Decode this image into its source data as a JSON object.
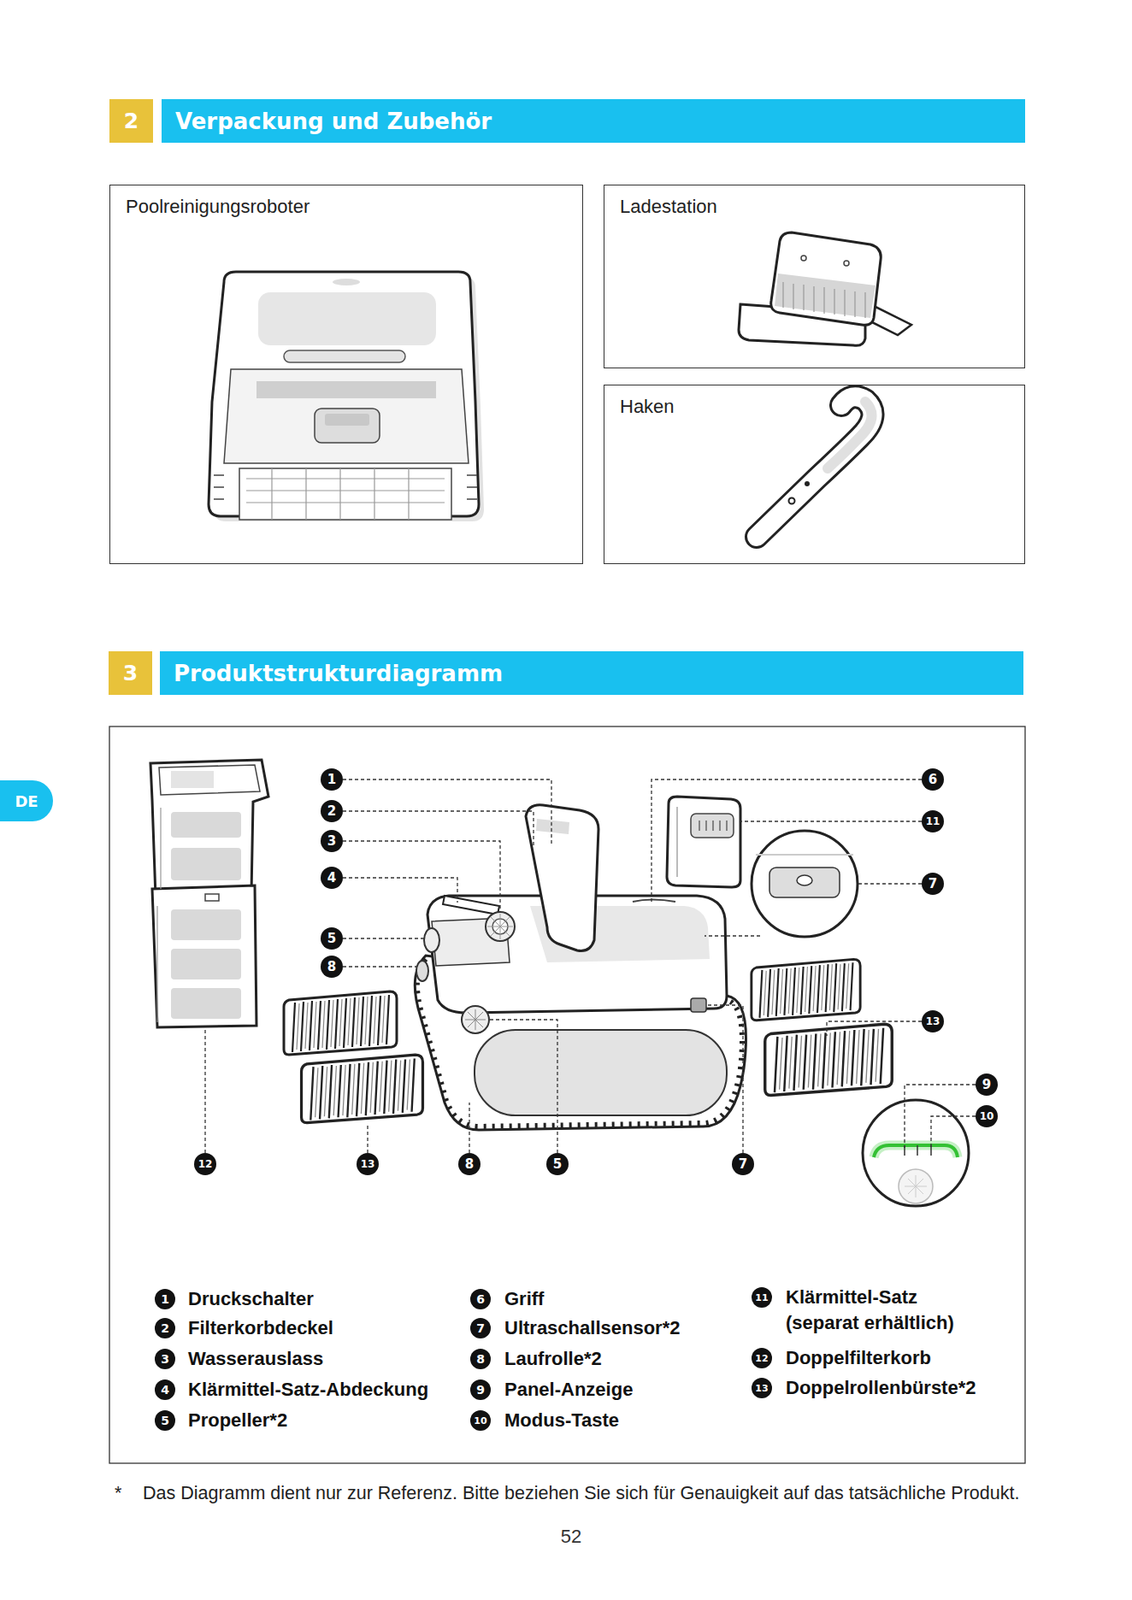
{
  "diagram": {
    "nodes": [
      {
        "text": [
          "2"
        ]
      },
      {
        "text": [
          "Verpackung und Zubehör"
        ]
      },
      {
        "text": [
          "Poolreinigungsroboter"
        ]
      },
      {
        "text": [
          "Ladestation"
        ]
      },
      {
        "text": [
          "Haken"
        ]
      },
      {
        "text": [
          "3"
        ]
      },
      {
        "text": [
          "Produktstrukturdiagramm"
        ]
      },
      {
        "text": [
          "DE"
        ]
      }
    ],
    "labels": [
      "1",
      "2",
      "3",
      "4",
      "5",
      "8",
      "6",
      "11",
      "7",
      "13",
      "9",
      "10",
      "12",
      "13",
      "8",
      "5",
      "7",
      "1",
      "Druckschalter",
      "2",
      "Filterkorbdeckel",
      "3",
      "Wasserauslass",
      "4",
      "Klärmittel-Satz-Abdeckung",
      "5",
      "Propeller*2",
      "6",
      "Griff",
      "7",
      "Ultraschallsensor*2",
      "8",
      "Laufrolle*2",
      "9",
      "Panel-Anzeige",
      "10",
      "Modus-Taste",
      "11",
      "Klärmittel-Satz (separat erhältlich)",
      "12",
      "Doppelfilterkorb",
      "13",
      "Doppelrollenbürste*2",
      "*",
      "Das Diagramm dient nur zur Referenz. Bitte beziehen Sie sich für Genauigkeit auf das tatsächliche Produkt.",
      "52"
    ]
  }
}
